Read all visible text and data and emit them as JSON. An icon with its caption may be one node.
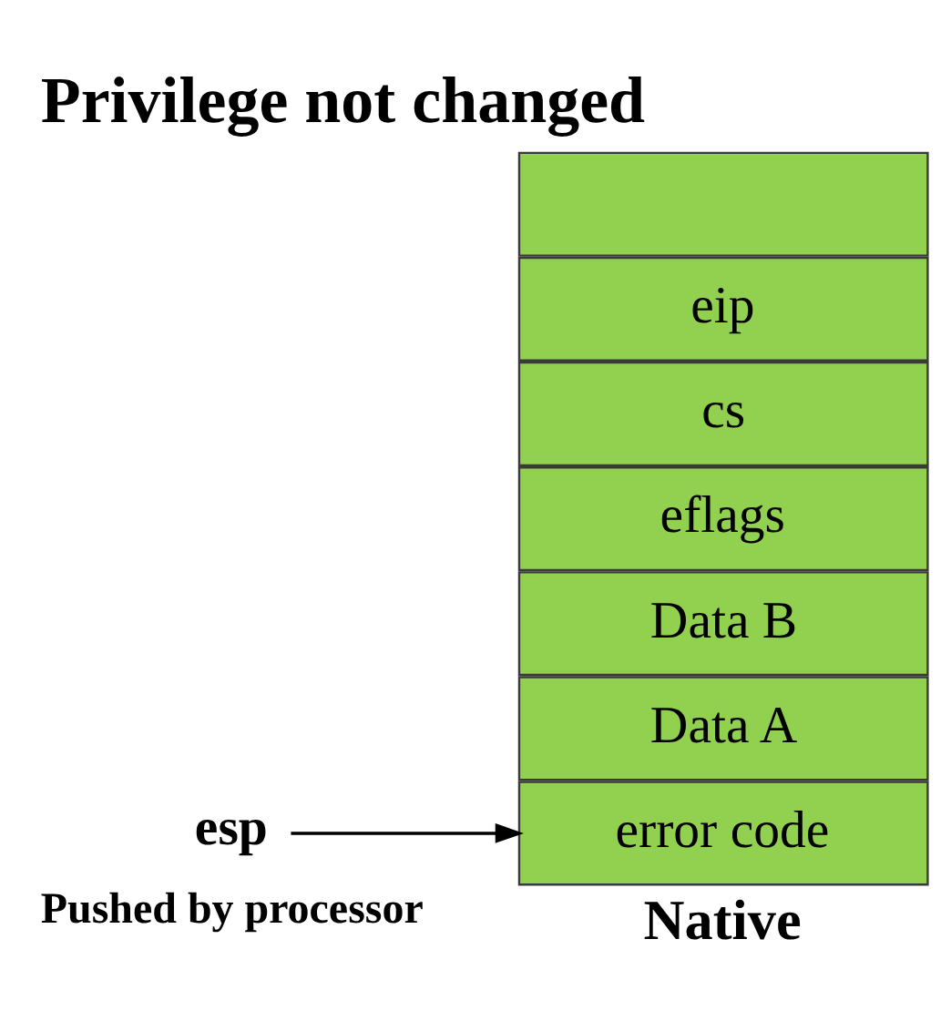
{
  "diagram": {
    "title": "Privilege not changed",
    "nodes": [
      {
        "text": [
          "Data A"
        ]
      },
      {
        "text": [
          "Data B"
        ]
      },
      {
        "text": [
          "eflags"
        ]
      },
      {
        "text": [
          "cs"
        ]
      },
      {
        "text": [
          "eip"
        ]
      },
      {
        "text": [
          "error code"
        ]
      },
      {
        "text": [],
        "shape": "box"
      },
      {
        "text": [
          "esp"
        ]
      }
    ],
    "edges": [
      {
        "from": 7,
        "to": 5,
        "arrow": "to"
      }
    ],
    "labels": [
      "Native",
      "Pushed by processor"
    ]
  }
}
